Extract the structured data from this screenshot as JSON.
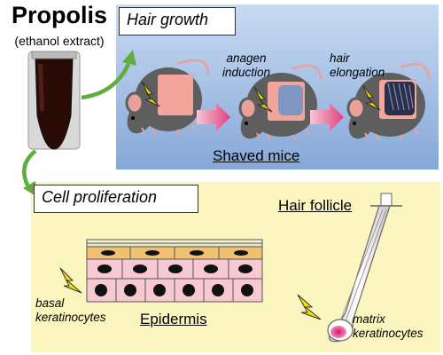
{
  "propolis": {
    "title": "Propolis",
    "subtitle": "(ethanol extract)"
  },
  "hair_growth": {
    "label": "Hair growth",
    "anagen_line1": "anagen",
    "anagen_line2": "induction",
    "elong_line1": "hair",
    "elong_line2": "elongation",
    "caption": "Shaved mice"
  },
  "cell_proliferation": {
    "label": "Cell proliferation",
    "basal_line1": "basal",
    "basal_line2": "keratinocytes",
    "epidermis": "Epidermis",
    "hair_follicle": "Hair follicle",
    "matrix_line1": "matrix",
    "matrix_line2": "keratinocytes"
  },
  "colors": {
    "hair_panel_bg": "#9ab8e2",
    "cell_panel_bg": "#fbf5c0",
    "arrow_green": "#5fae3c",
    "bolt_yellow": "#f7e000",
    "pink_arrow": "#e64d8c",
    "mouse_gray": "#5e5e5e",
    "shaved_skin": "#f2a59b",
    "cell_pink": "#f8c9d2",
    "cell_orange": "#f0c170"
  }
}
